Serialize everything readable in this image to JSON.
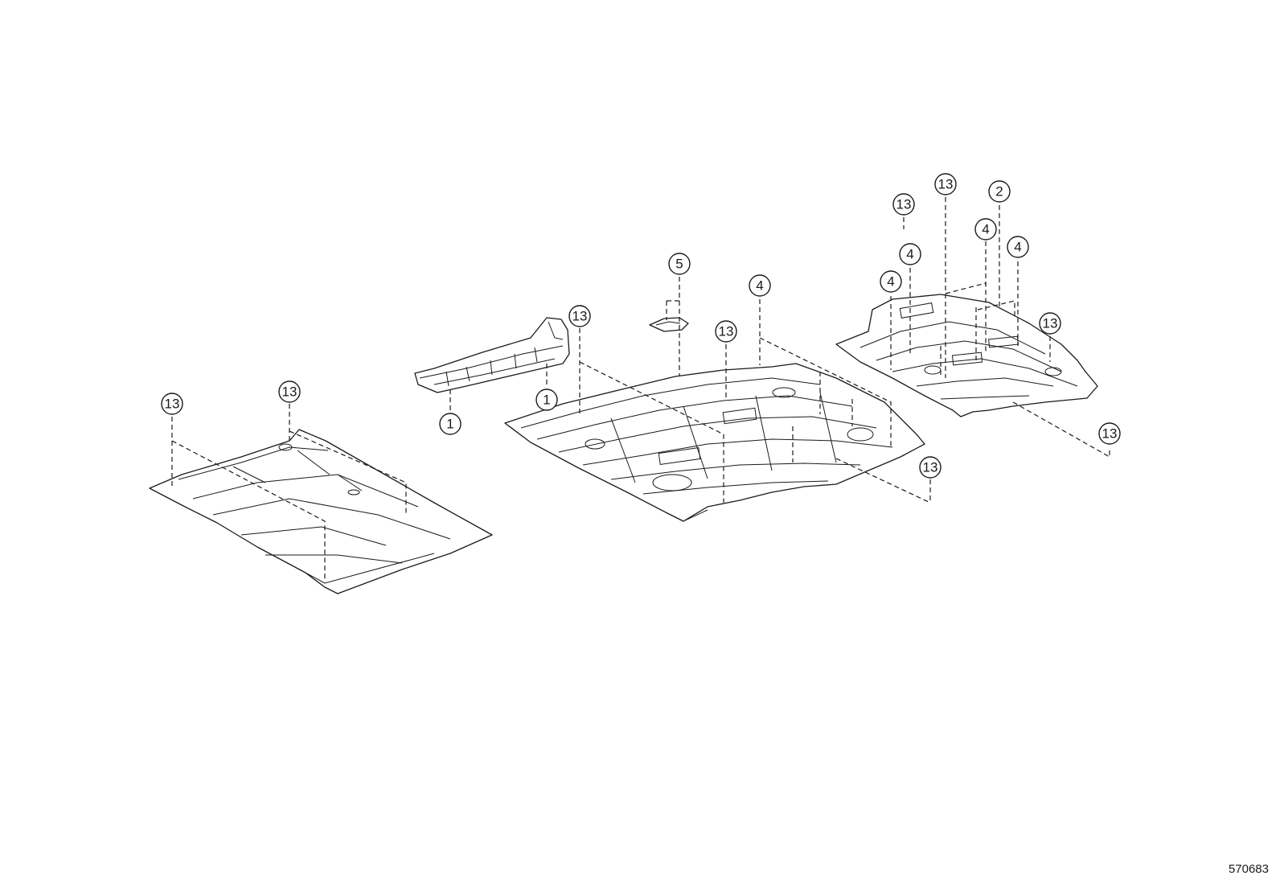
{
  "figure_id": "570683",
  "callouts": [
    {
      "name": "callout-13-front-left",
      "label": "13"
    },
    {
      "name": "callout-13-front-right",
      "label": "13"
    },
    {
      "name": "callout-1-upper",
      "label": "1"
    },
    {
      "name": "callout-1-lower",
      "label": "1"
    },
    {
      "name": "callout-13-center-left",
      "label": "13"
    },
    {
      "name": "callout-5",
      "label": "5"
    },
    {
      "name": "callout-13-center",
      "label": "13"
    },
    {
      "name": "callout-4-center",
      "label": "4"
    },
    {
      "name": "callout-13-center-right",
      "label": "13"
    },
    {
      "name": "callout-13-rear-top-left",
      "label": "13"
    },
    {
      "name": "callout-13-rear-top",
      "label": "13"
    },
    {
      "name": "callout-2",
      "label": "2"
    },
    {
      "name": "callout-4-rear-a",
      "label": "4"
    },
    {
      "name": "callout-4-rear-b",
      "label": "4"
    },
    {
      "name": "callout-4-rear-c",
      "label": "4"
    },
    {
      "name": "callout-4-rear-d",
      "label": "4"
    },
    {
      "name": "callout-13-rear-right",
      "label": "13"
    },
    {
      "name": "callout-13-rear-bottom",
      "label": "13"
    }
  ]
}
